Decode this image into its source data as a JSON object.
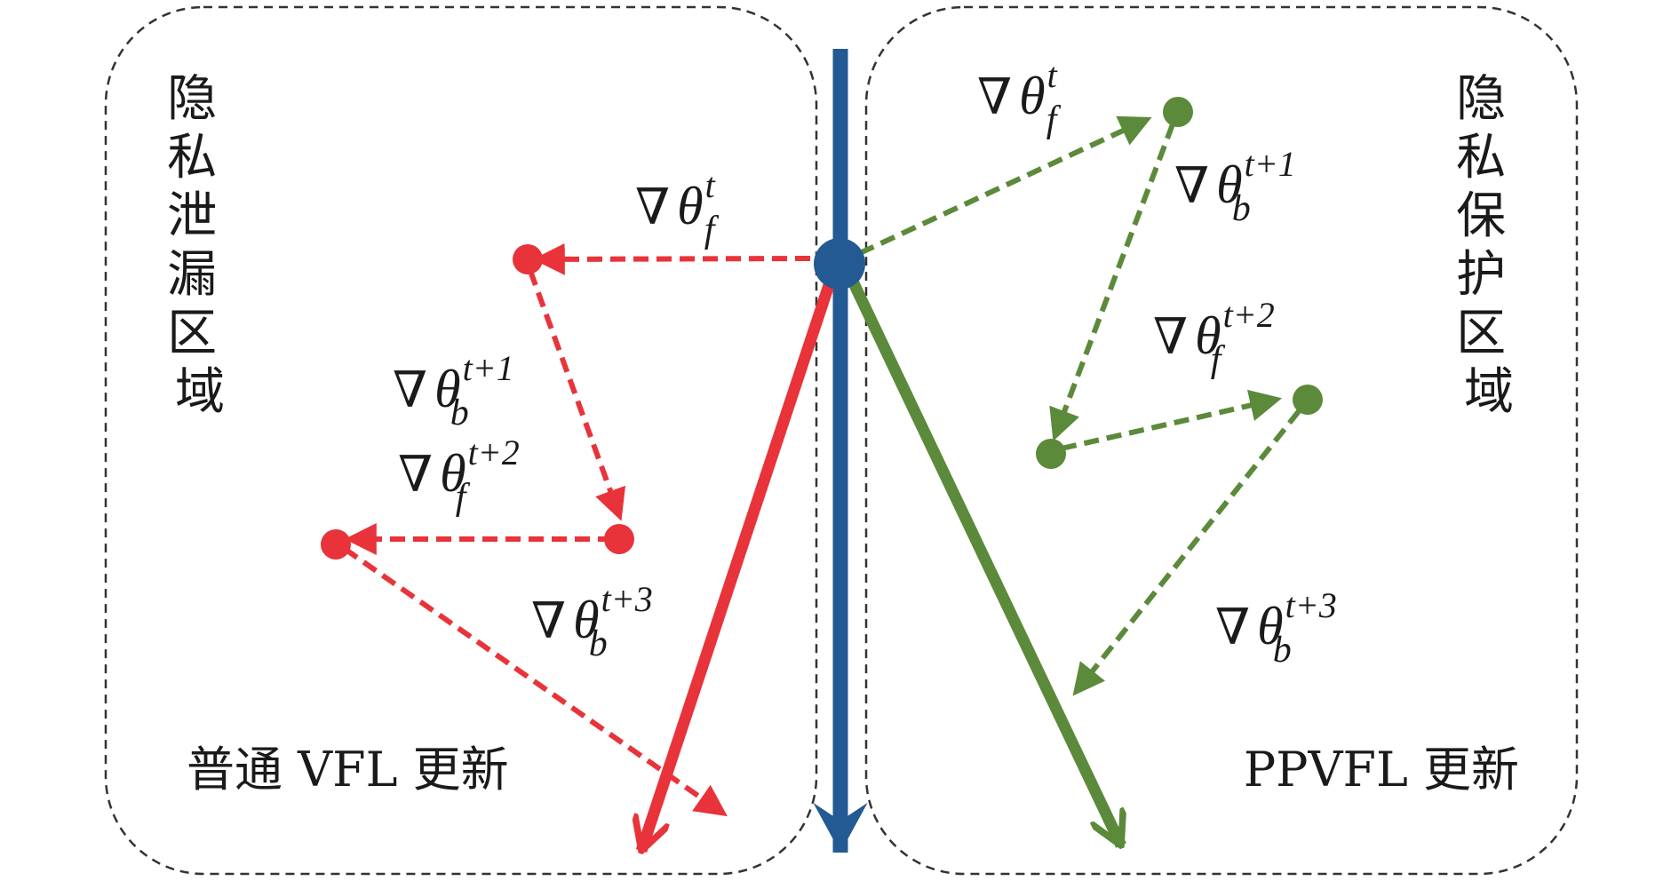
{
  "colors": {
    "red": "#e8333a",
    "green": "#5b8a3a",
    "blue": "#235a93",
    "boundary": "#333333",
    "text": "#1a1a1a"
  },
  "left_region": {
    "title": "隐私泄漏区域",
    "caption": "普通 VFL 更新"
  },
  "right_region": {
    "title": "隐私保护区域",
    "caption": "PPVFL 更新"
  },
  "labels": {
    "left": [
      {
        "nabla": "∇",
        "theta": "θ",
        "sub": "f",
        "sup": "t"
      },
      {
        "nabla": "∇",
        "theta": "θ",
        "sub": "b",
        "sup": "t+1"
      },
      {
        "nabla": "∇",
        "theta": "θ",
        "sub": "f",
        "sup": "t+2"
      },
      {
        "nabla": "∇",
        "theta": "θ",
        "sub": "b",
        "sup": "t+3"
      }
    ],
    "right": [
      {
        "nabla": "∇",
        "theta": "θ",
        "sub": "f",
        "sup": "t"
      },
      {
        "nabla": "∇",
        "theta": "θ",
        "sub": "b",
        "sup": "t+1"
      },
      {
        "nabla": "∇",
        "theta": "θ",
        "sub": "f",
        "sup": "t+2"
      },
      {
        "nabla": "∇",
        "theta": "θ",
        "sub": "b",
        "sup": "t+3"
      }
    ]
  }
}
